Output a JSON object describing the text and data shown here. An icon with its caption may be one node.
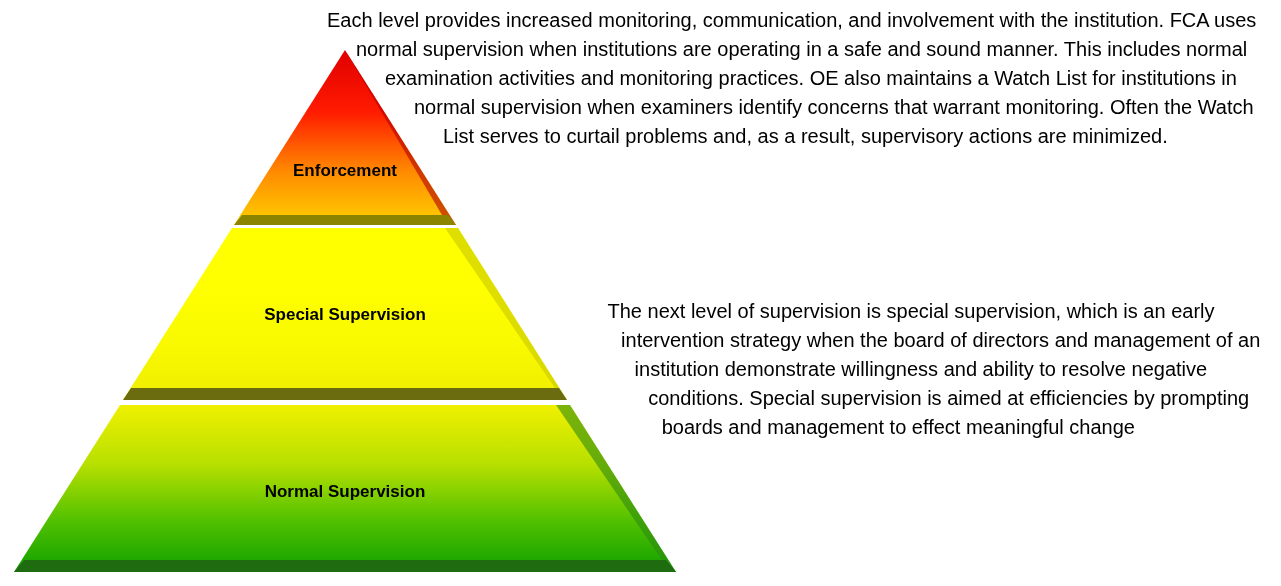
{
  "diagram": {
    "nodes": [
      {
        "text": [
          "Enforcement"
        ]
      },
      {
        "text": [
          "Special Supervision"
        ]
      },
      {
        "text": [
          "Normal Supervision"
        ]
      }
    ],
    "labels": [
      "Each level provides increased monitoring, communication, and involvement with the institution.  FCA uses normal supervision when institutions are operating in a safe and sound manner.  This includes normal examination activities and monitoring practices.  OE also maintains a Watch List for institutions in normal supervision when examiners identify concerns that warrant monitoring.  Often the Watch List serves to curtail problems and, as a result, supervisory actions are minimized.",
      "The next level of supervision is special supervision, which is an early intervention strategy when the board of directors and management of an institution demonstrate willingness and ability to resolve negative conditions.  Special supervision is aimed at efficiencies by prompting boards and management to effect meaningful change"
    ]
  }
}
